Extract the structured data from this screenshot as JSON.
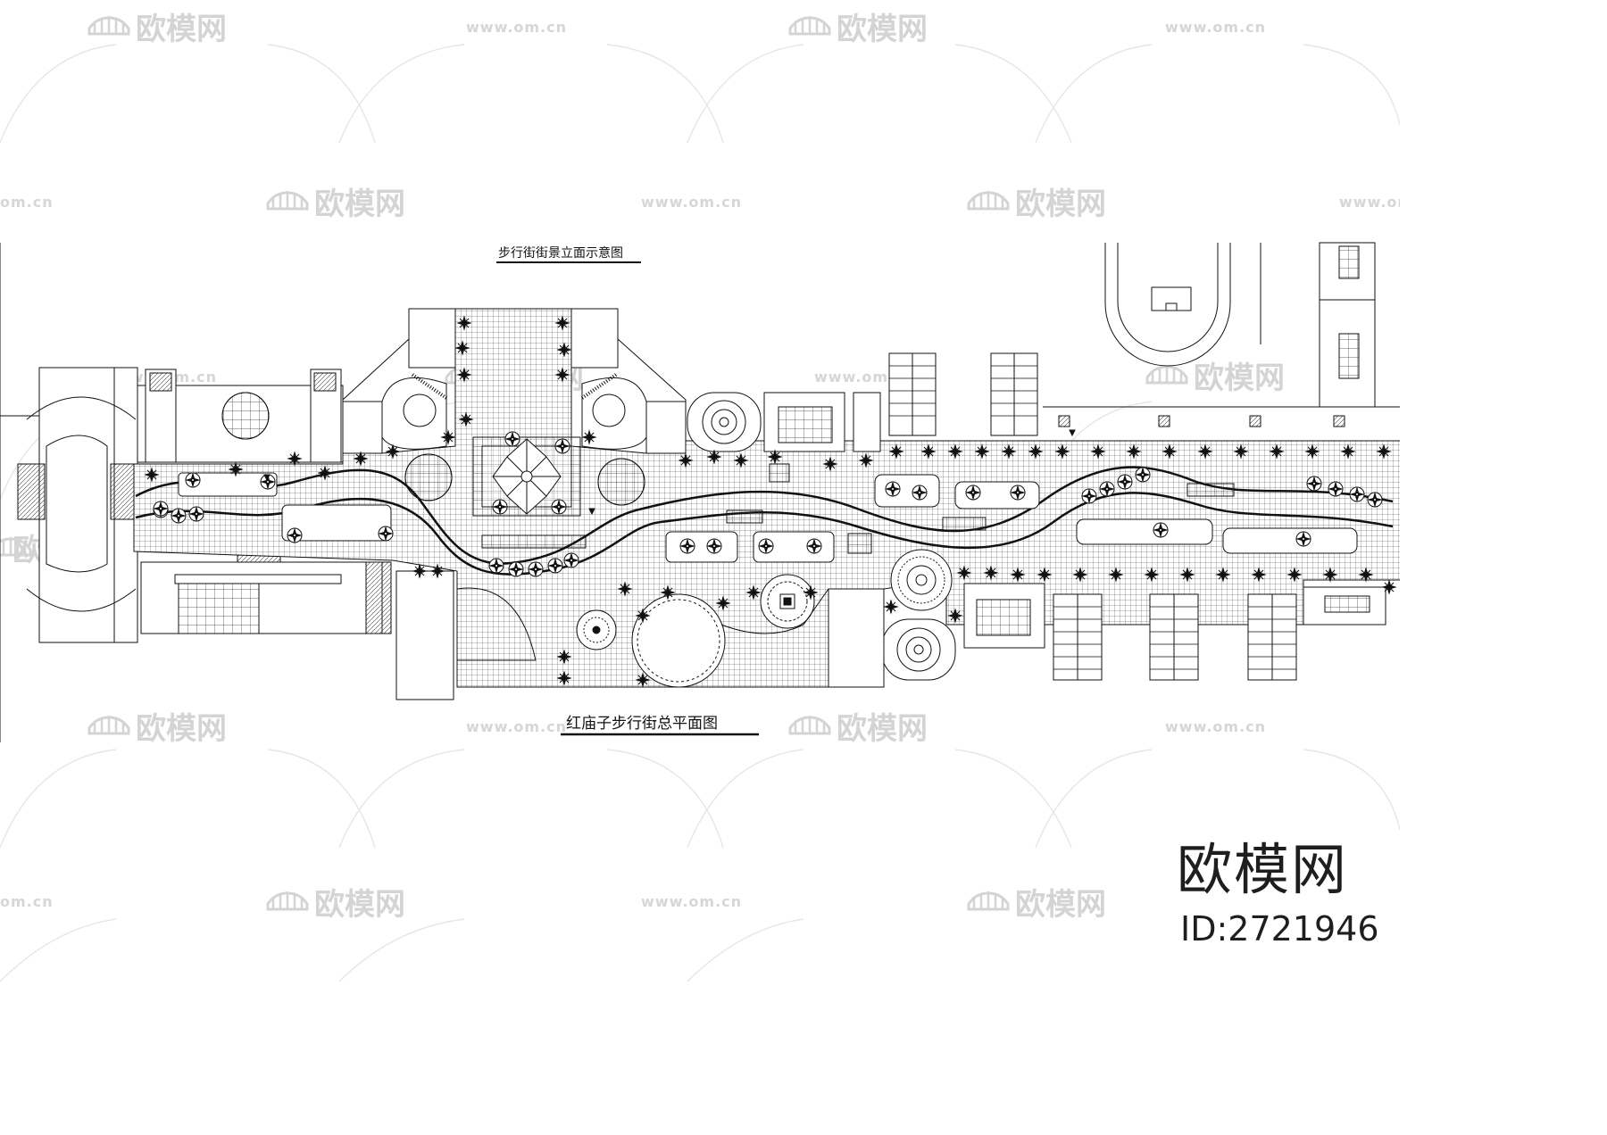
{
  "drawing": {
    "elevation_caption": "步行街街景立面示意图",
    "plan_caption": "红庙子步行街总平面图"
  },
  "watermark": {
    "brand": "欧模网",
    "url": "www.om.cn",
    "url_short": "om.cn"
  },
  "brand_mark": {
    "name": "欧模网",
    "id": "ID:2721946"
  },
  "colors": {
    "line": "#111111",
    "watermark": "#d4d4d4",
    "background": "#ffffff"
  }
}
